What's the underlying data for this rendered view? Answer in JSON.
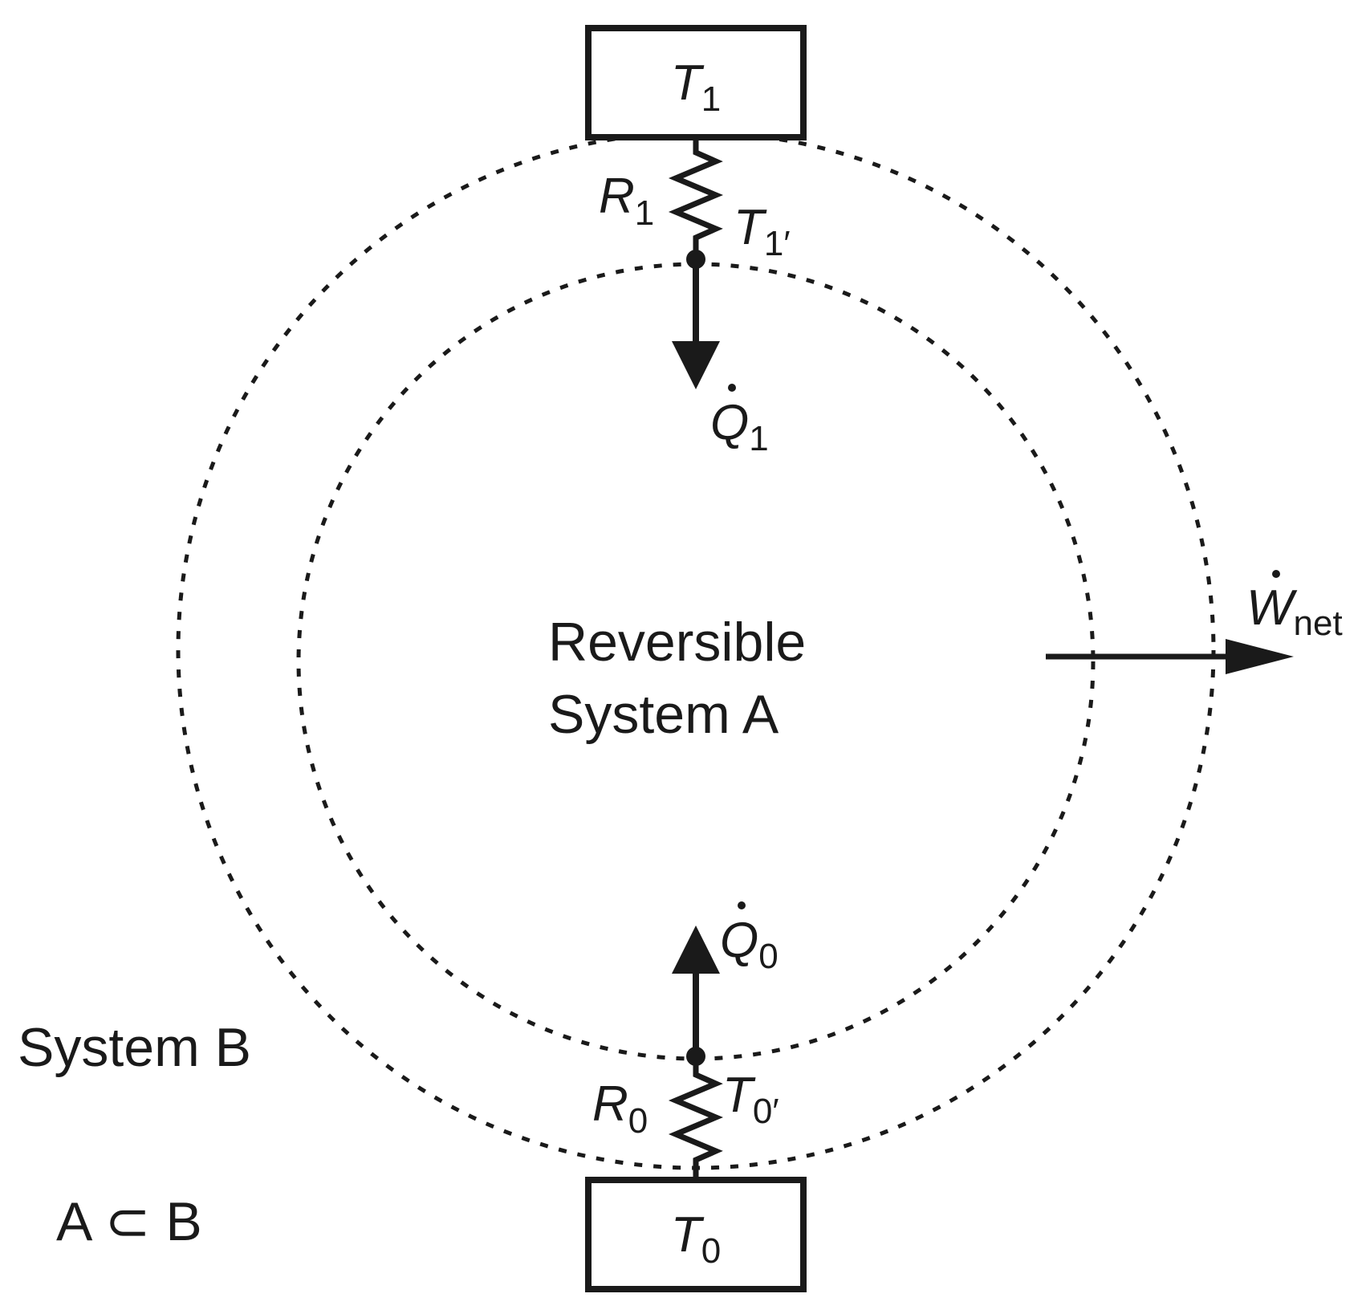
{
  "hot_reservoir": {
    "symbol": "T",
    "sub": "1"
  },
  "cold_reservoir": {
    "symbol": "T",
    "sub": "0"
  },
  "resistor_top": {
    "symbol": "R",
    "sub": "1"
  },
  "resistor_bottom": {
    "symbol": "R",
    "sub": "0"
  },
  "node_top_temp": {
    "symbol": "T",
    "sub": "1′"
  },
  "node_bottom_temp": {
    "symbol": "T",
    "sub": "0′"
  },
  "heat_in": {
    "symbol": "Q",
    "sub": "1"
  },
  "heat_out": {
    "symbol": "Q",
    "sub": "0"
  },
  "work": {
    "symbol": "W",
    "sub": "net"
  },
  "inner_system": {
    "line1": "Reversible",
    "line2": "System A"
  },
  "outer_system": {
    "label": "System B"
  },
  "relation": {
    "text": "A ⊂ B"
  },
  "colors": {
    "ink": "#1a1a1a",
    "background": "#ffffff"
  }
}
